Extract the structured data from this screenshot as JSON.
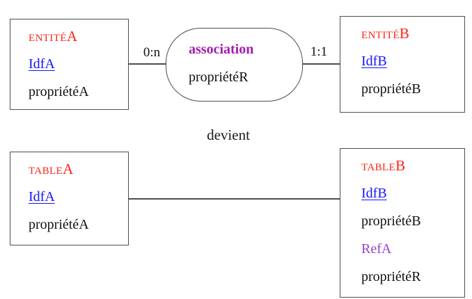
{
  "colors": {
    "title_red": "#ff2116",
    "identifier_blue": "#1414ff",
    "association_purple": "#a21caf",
    "ref_purple": "#9940cc",
    "line_gray": "#4d4d4d",
    "text_black": "#111111",
    "background": "#ffffff"
  },
  "entity_a": {
    "title_sc": "ENTITÉ",
    "title_suffix": "A",
    "id": "IdfA",
    "attr": "propriétéA"
  },
  "entity_b": {
    "title_sc": "ENTITÉ",
    "title_suffix": "B",
    "id": "IdfB",
    "attr": "propriétéB"
  },
  "association": {
    "name": "association",
    "attr": "propriétéR"
  },
  "cardinality_left": "0:n",
  "cardinality_right": "1:1",
  "transition": "devient",
  "table_a": {
    "title_sc": "TABLE",
    "title_suffix": "A",
    "id": "IdfA",
    "attr": "propriétéA"
  },
  "table_b": {
    "title_sc": "TABLE",
    "title_suffix": "B",
    "id": "IdfB",
    "attr1": "propriétéB",
    "ref": "RefA",
    "attr2": "propriétéR"
  }
}
